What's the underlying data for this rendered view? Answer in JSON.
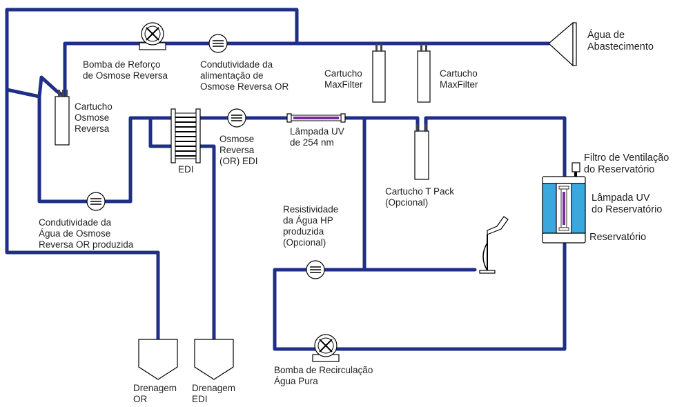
{
  "colors": {
    "pipe": "#1f2f88",
    "uv_glow": "#7a2a9a",
    "reservoir_fill": "#3aa8dc"
  },
  "labels": {
    "feed_water": [
      "Água de",
      "Abastecimento"
    ],
    "maxfilter_1": [
      "Cartucho",
      "MaxFilter"
    ],
    "maxfilter_2": [
      "Cartucho",
      "MaxFilter"
    ],
    "boost_pump": [
      "Bomba de Reforço",
      "de Osmose Reversa"
    ],
    "feed_conductivity": [
      "Condutividade da",
      "alimentação de",
      "Osmose Reversa OR"
    ],
    "ro_cartridge": [
      "Cartucho",
      "Osmose",
      "Reversa"
    ],
    "edi": [
      "EDI"
    ],
    "ro_edi": [
      "Osmose",
      "Reversa",
      "(OR) EDI"
    ],
    "uv_lamp": [
      "Lâmpada UV",
      "de 254 nm"
    ],
    "tpak": [
      "Cartucho T Pack",
      "(Opcional)"
    ],
    "vent_filter": [
      "Filtro de Ventilação",
      "do Reservatório"
    ],
    "reservoir_uv": [
      "Lâmpada UV",
      "do Reservatório"
    ],
    "reservoir": [
      "Reservatório"
    ],
    "ro_product_conductivity": [
      "Condutividade da",
      "Água de Osmose",
      "Reversa OR produzida"
    ],
    "hp_resistivity": [
      "Resistividade",
      "da Água HP",
      "produzida",
      "(Opcional)"
    ],
    "recirc_pump": [
      "Bomba de Recirculação",
      "Água Pura"
    ],
    "drain_ro": [
      "Drenagem",
      "OR"
    ],
    "drain_edi": [
      "Drenagem",
      "EDI"
    ]
  }
}
